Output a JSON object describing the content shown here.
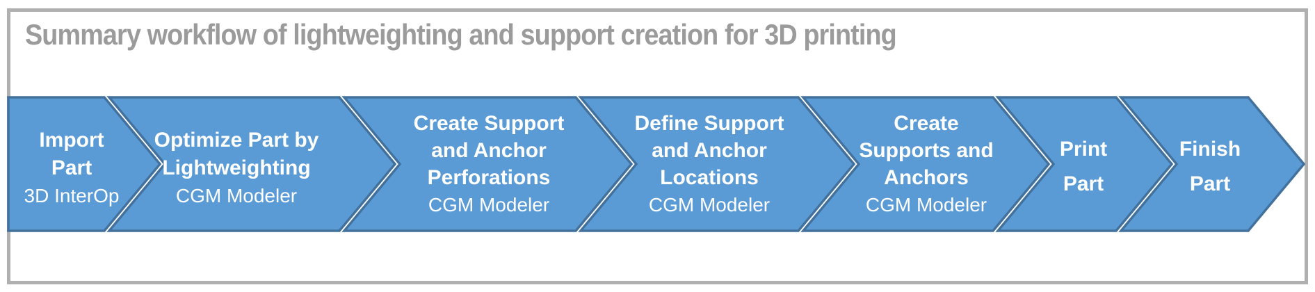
{
  "title": "Summary workflow of lightweighting and support creation for 3D printing",
  "colors": {
    "chevron_fill": "#5B9BD5",
    "chevron_border": "#41719C",
    "frame_gray": "#B0B0B0",
    "title_gray": "#9B9B9B",
    "step_text": "#FFFFFF"
  },
  "steps": [
    {
      "line1": "Import",
      "line2": "Part",
      "tool": "3D InterOp"
    },
    {
      "line1": "Optimize Part by",
      "line2": "Lightweighting",
      "tool": "CGM Modeler"
    },
    {
      "line1": "Create Support",
      "line2": "and Anchor",
      "line3": "Perforations",
      "tool": "CGM Modeler"
    },
    {
      "line1": "Define Support",
      "line2": "and Anchor",
      "line3": "Locations",
      "tool": "CGM Modeler"
    },
    {
      "line1": "Create",
      "line2": "Supports and",
      "line3": "Anchors",
      "tool": "CGM Modeler"
    },
    {
      "line1": "Print",
      "line2": "Part"
    },
    {
      "line1": "Finish",
      "line2": "Part"
    }
  ]
}
